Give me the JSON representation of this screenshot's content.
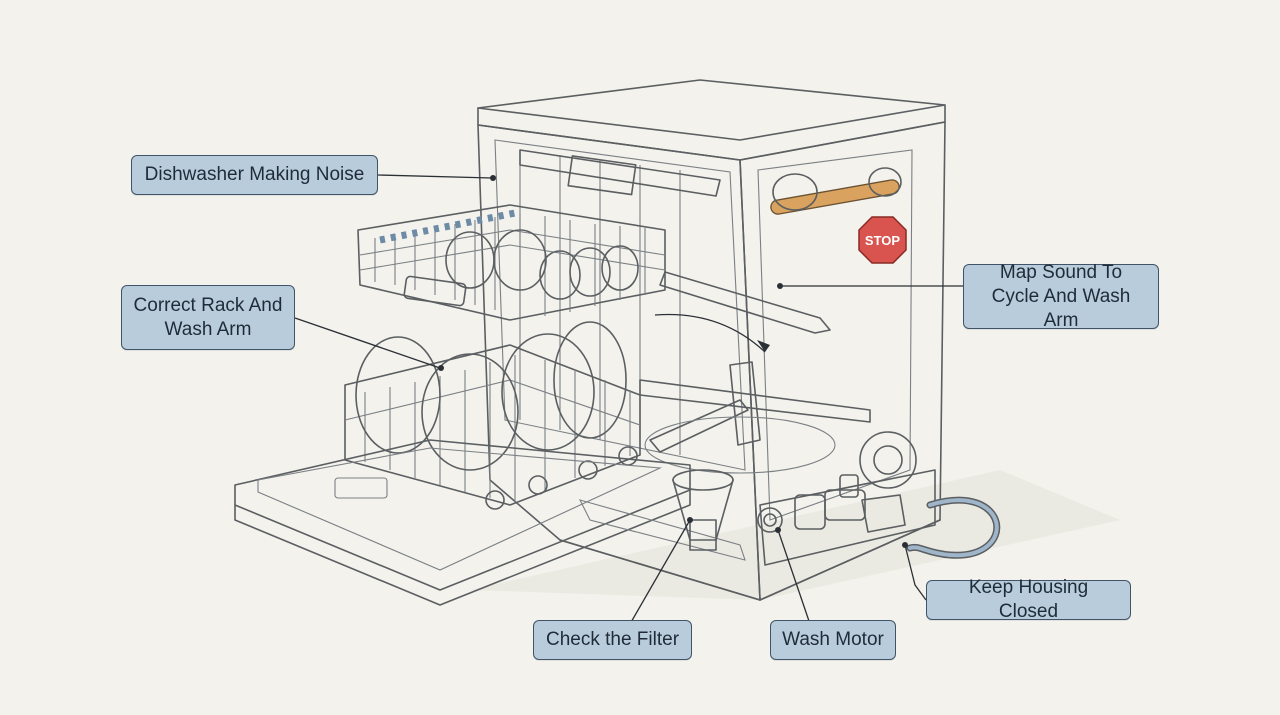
{
  "callouts": {
    "noise": "Dishwasher Making Noise",
    "rack": "Correct Rack And Wash Arm",
    "map_sound": "Map Sound To Cycle And Wash Arm",
    "filter": "Check the Filter",
    "motor": "Wash Motor",
    "housing": "Keep Housing Closed"
  },
  "stop_sign": "STOP",
  "colors": {
    "callout_fill": "#b9ccdb",
    "callout_border": "#3f5468",
    "metal_blue": "#8fa7bd",
    "accent_orange": "#d9a25f",
    "stop_red": "#d9534f"
  }
}
